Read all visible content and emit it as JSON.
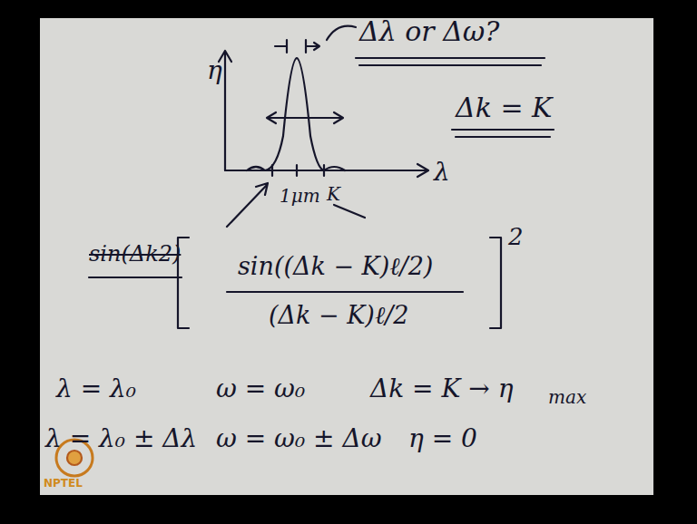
{
  "diagram": {
    "labels": [
      "η",
      "λ",
      "Δλ or Δω?",
      "Δk = K",
      "1μm",
      "K",
      "sin(Δk2)",
      "sin((Δk − K)ℓ/2)",
      "(Δk − K)ℓ/2",
      "2",
      "λ = λ₀",
      "ω = ω₀",
      "Δk = K → η",
      "max",
      "λ = λ₀ ± Δλ",
      "ω = ω₀ ± Δω",
      "η = 0",
      "NPTEL"
    ]
  }
}
